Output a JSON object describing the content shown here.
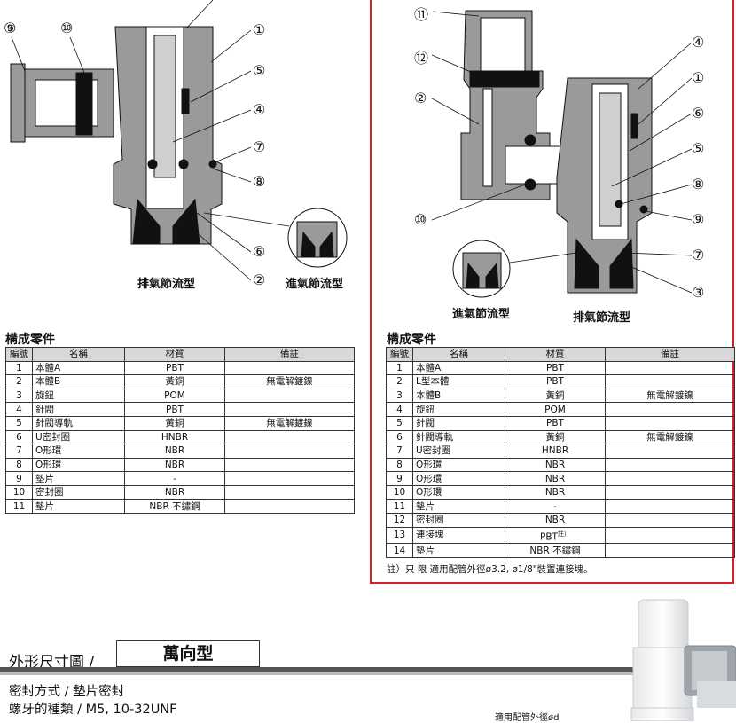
{
  "left": {
    "callouts": [
      "⑨",
      "⑩",
      "①",
      "⑤",
      "④",
      "⑦",
      "⑧",
      "⑥",
      "②"
    ],
    "caption_exhaust": "排氣節流型",
    "caption_intake": "進氣節流型",
    "section_title": "構成零件",
    "headers": [
      "編號",
      "名稱",
      "材質",
      "備註"
    ],
    "rows": [
      {
        "no": "1",
        "name": "本體A",
        "mat": "PBT",
        "note": ""
      },
      {
        "no": "2",
        "name": "本體B",
        "mat": "黃銅",
        "note": "無電解鍍鎳"
      },
      {
        "no": "3",
        "name": "旋鈕",
        "mat": "POM",
        "note": ""
      },
      {
        "no": "4",
        "name": "針閥",
        "mat": "PBT",
        "note": ""
      },
      {
        "no": "5",
        "name": "針閥導軌",
        "mat": "黃銅",
        "note": "無電解鍍鎳"
      },
      {
        "no": "6",
        "name": "U密封圈",
        "mat": "HNBR",
        "note": ""
      },
      {
        "no": "7",
        "name": "O形環",
        "mat": "NBR",
        "note": ""
      },
      {
        "no": "8",
        "name": "O形環",
        "mat": "NBR",
        "note": ""
      },
      {
        "no": "9",
        "name": "墊片",
        "mat": "-",
        "note": ""
      },
      {
        "no": "10",
        "name": "密封圈",
        "mat": "NBR",
        "note": ""
      },
      {
        "no": "11",
        "name": "墊片",
        "mat": "NBR 不鏽鋼",
        "note": ""
      }
    ]
  },
  "right": {
    "callouts": [
      "⑪",
      "⑫",
      "②",
      "④",
      "①",
      "⑥",
      "⑤",
      "⑧",
      "⑨",
      "⑩",
      "⑦",
      "③"
    ],
    "caption_intake": "進氣節流型",
    "caption_exhaust": "排氣節流型",
    "section_title": "構成零件",
    "headers": [
      "編號",
      "名稱",
      "材質",
      "備註"
    ],
    "rows": [
      {
        "no": "1",
        "name": "本體A",
        "mat": "PBT",
        "note": ""
      },
      {
        "no": "2",
        "name": "L型本體",
        "mat": "PBT",
        "note": ""
      },
      {
        "no": "3",
        "name": "本體B",
        "mat": "黃銅",
        "note": "無電解鍍鎳"
      },
      {
        "no": "4",
        "name": "旋鈕",
        "mat": "POM",
        "note": ""
      },
      {
        "no": "5",
        "name": "針閥",
        "mat": "PBT",
        "note": ""
      },
      {
        "no": "6",
        "name": "針閥導軌",
        "mat": "黃銅",
        "note": "無電解鍍鎳"
      },
      {
        "no": "7",
        "name": "U密封圈",
        "mat": "HNBR",
        "note": ""
      },
      {
        "no": "8",
        "name": "O形環",
        "mat": "NBR",
        "note": ""
      },
      {
        "no": "9",
        "name": "O形環",
        "mat": "NBR",
        "note": ""
      },
      {
        "no": "10",
        "name": "O形環",
        "mat": "NBR",
        "note": ""
      },
      {
        "no": "11",
        "name": "墊片",
        "mat": "-",
        "note": ""
      },
      {
        "no": "12",
        "name": "密封圈",
        "mat": "NBR",
        "note": ""
      },
      {
        "no": "13",
        "name": "連接塊",
        "mat": "PBT",
        "mat_sup": "註）",
        "note": ""
      },
      {
        "no": "14",
        "name": "墊片",
        "mat": "NBR 不鏽鋼",
        "note": ""
      }
    ],
    "footnote": "註）只 限 適用配管外徑ø3.2, ø1/8\"裝置連接塊。"
  },
  "bottom": {
    "dim_title": "外形尺寸圖 /",
    "variant": "萬向型",
    "seal_method": "密封方式 / 墊片密封",
    "thread_type": "螺牙的種類 / M5, 10-32UNF",
    "applicable_od_label": "適用配管外徑ød"
  },
  "colors": {
    "frame": "#d62028",
    "section_fill": "#9a9a9a",
    "header_bg": "#d8d8d8"
  }
}
